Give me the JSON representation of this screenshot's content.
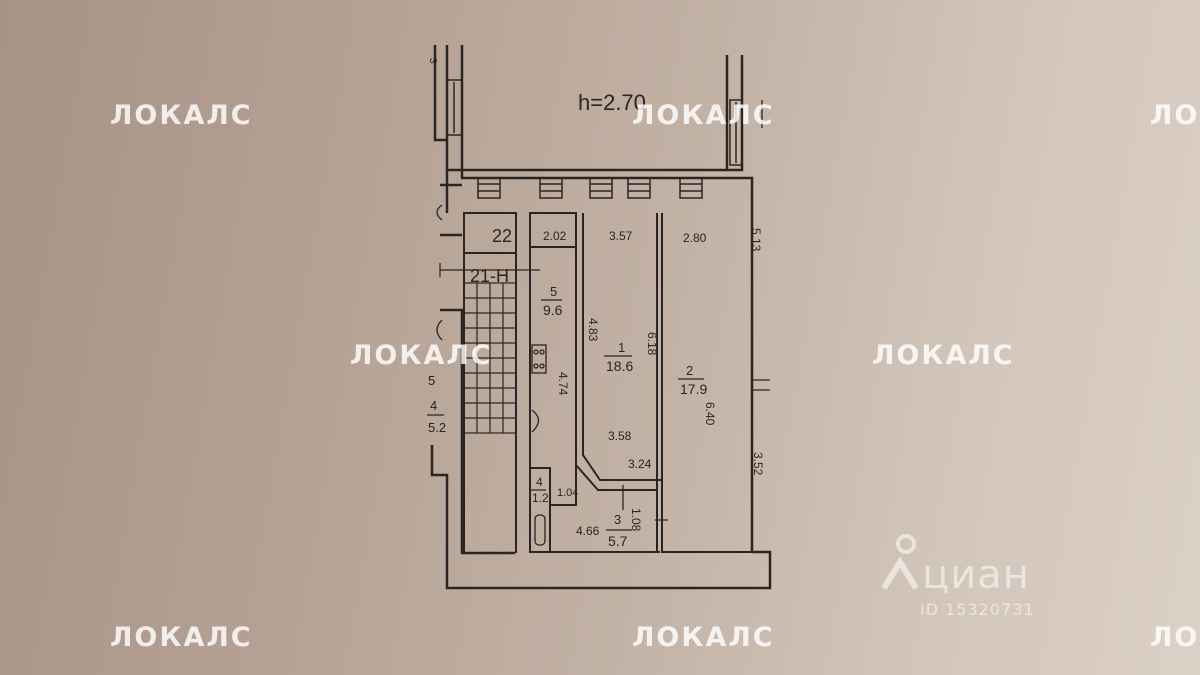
{
  "plan": {
    "ceiling_height": "h=2.70",
    "rooms": [
      {
        "number": "1",
        "area": "18.6"
      },
      {
        "number": "2",
        "area": "17.9"
      },
      {
        "number": "3",
        "area": "5.7"
      },
      {
        "number": "4",
        "area": "1.2"
      },
      {
        "number": "5",
        "area": "9.6"
      }
    ],
    "left_room": {
      "number": "4",
      "area": "5.2",
      "extra": "5"
    },
    "stair_labels": [
      "22",
      "21-H"
    ],
    "dimensions": [
      "2.02",
      "3.57",
      "2.80",
      "5.13",
      "4.83",
      "6.18",
      "4.74",
      "6.40",
      "3.58",
      "3.24",
      "1.04",
      "4.66",
      "1.08",
      "3.52"
    ],
    "corner_mark": "3"
  },
  "watermark": {
    "text": "ЛОКАЛС"
  },
  "cian": {
    "name": "циан",
    "id": "ID 15320731"
  }
}
